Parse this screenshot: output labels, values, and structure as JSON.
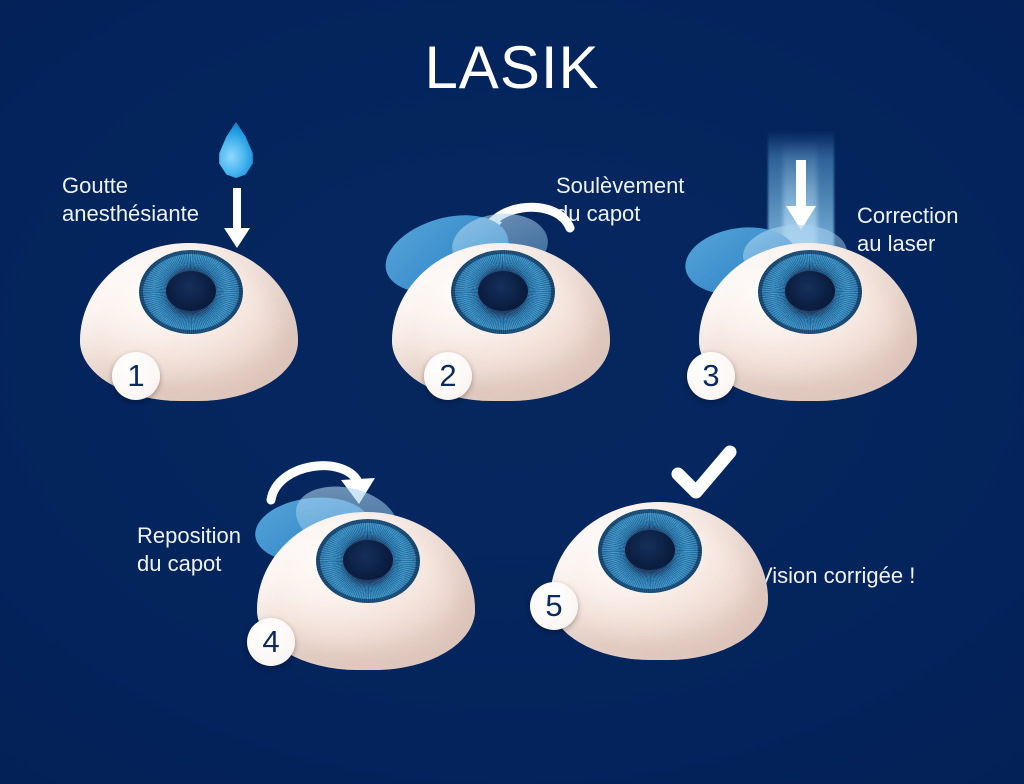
{
  "title": "LASIK",
  "background_color": "#04235c",
  "accent_colors": {
    "flap_blue": "#3f92ce",
    "iris_blue": "#2a86c0",
    "drop_blue": "#1f9ae0",
    "sclera": "#f7ece6",
    "badge_text": "#0d2a5c",
    "caption_text": "#eef3fb"
  },
  "steps": [
    {
      "number": "1",
      "caption": "Goutte\nanesthésiante",
      "icons": [
        "water-drop-icon",
        "down-arrow-icon"
      ]
    },
    {
      "number": "2",
      "caption": "Soulèvement\ndu capot",
      "icons": [
        "corneal-flap",
        "curved-lift-arrow-icon"
      ]
    },
    {
      "number": "3",
      "caption": "Correction\nau laser",
      "icons": [
        "corneal-flap",
        "laser-beam",
        "down-arrow-icon"
      ]
    },
    {
      "number": "4",
      "caption": "Reposition\ndu capot",
      "icons": [
        "corneal-flap",
        "curved-replace-arrow-icon"
      ]
    },
    {
      "number": "5",
      "caption": "Vision corrigée !",
      "icons": [
        "checkmark-icon"
      ]
    }
  ]
}
